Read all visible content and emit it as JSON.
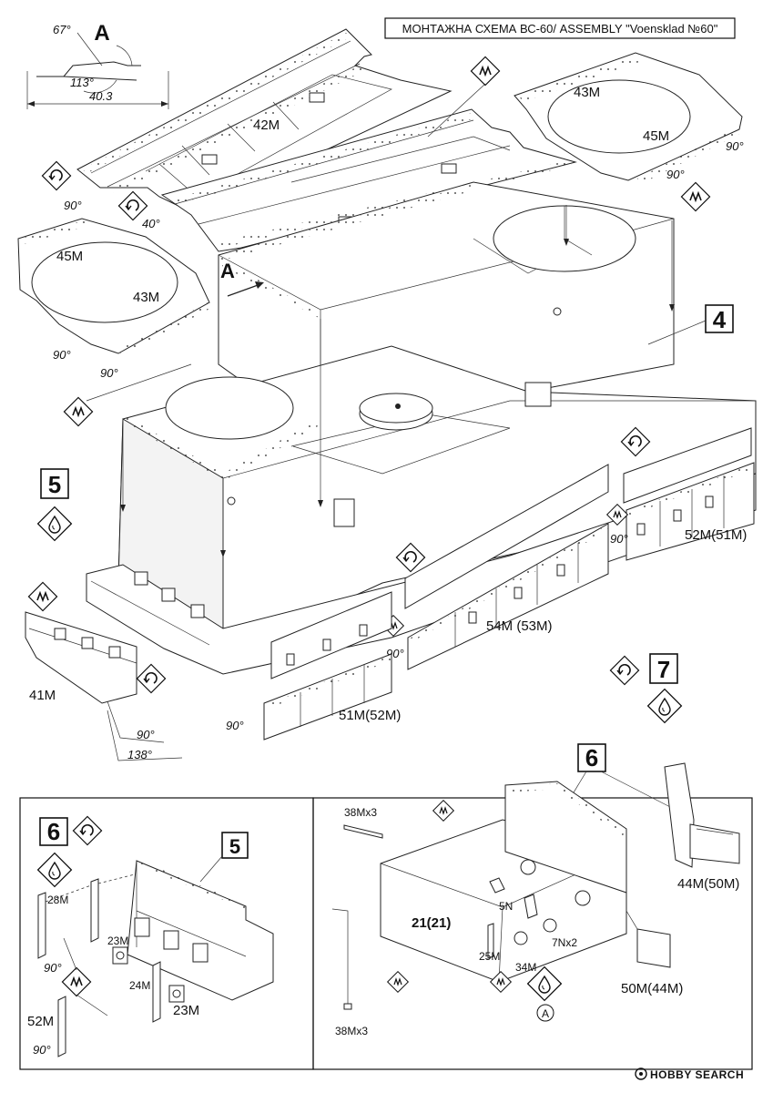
{
  "header": {
    "title": "МОНТАЖНА СХЕМА ВС-60/ ASSEMBLY \"Voensklad №60\""
  },
  "detail_a": {
    "letter": "A",
    "angle1": "67°",
    "angle2": "113°",
    "dimension": "40.3"
  },
  "main": {
    "step_main": "4",
    "step5": "5",
    "step7": "7",
    "a_marker": "A",
    "parts": {
      "p42": "42M",
      "p43_top": "43M",
      "p45_top": "45M",
      "p45_left": "45M",
      "p43_left": "43M",
      "p52": "52M(51M)",
      "p54": "54M (53M)",
      "p51": "51M(52M)",
      "p41": "41M"
    },
    "angles": {
      "a90_1": "90°",
      "a40": "40°",
      "a90_2": "90°",
      "a90_3": "90°",
      "a90_4": "90°",
      "a90_5": "90°",
      "a90_6": "90°",
      "a90_7": "90°",
      "a90_8": "90°",
      "a90_9": "90°",
      "a138": "138°"
    }
  },
  "sub_left": {
    "step6": "6",
    "step5": "5",
    "parts": {
      "p28": "28M",
      "p23a": "23M",
      "p24": "24M",
      "p23b": "23M",
      "p52": "52M"
    },
    "angles": {
      "a1": "90°",
      "a2": "90°"
    }
  },
  "sub_right": {
    "step6": "6",
    "parts": {
      "p38a": "38Mx3",
      "p21": "21(21)",
      "p5n": "5N",
      "p7n": "7Nx2",
      "p25": "25M",
      "p34": "34M",
      "pA": "A",
      "p38b": "38Mx3",
      "p44": "44M(50M)",
      "p50": "50M(44M)"
    }
  },
  "watermark": "HOBBY SEARCH",
  "icons": [
    "fold-icon",
    "rotate-icon",
    "glue-icon"
  ]
}
